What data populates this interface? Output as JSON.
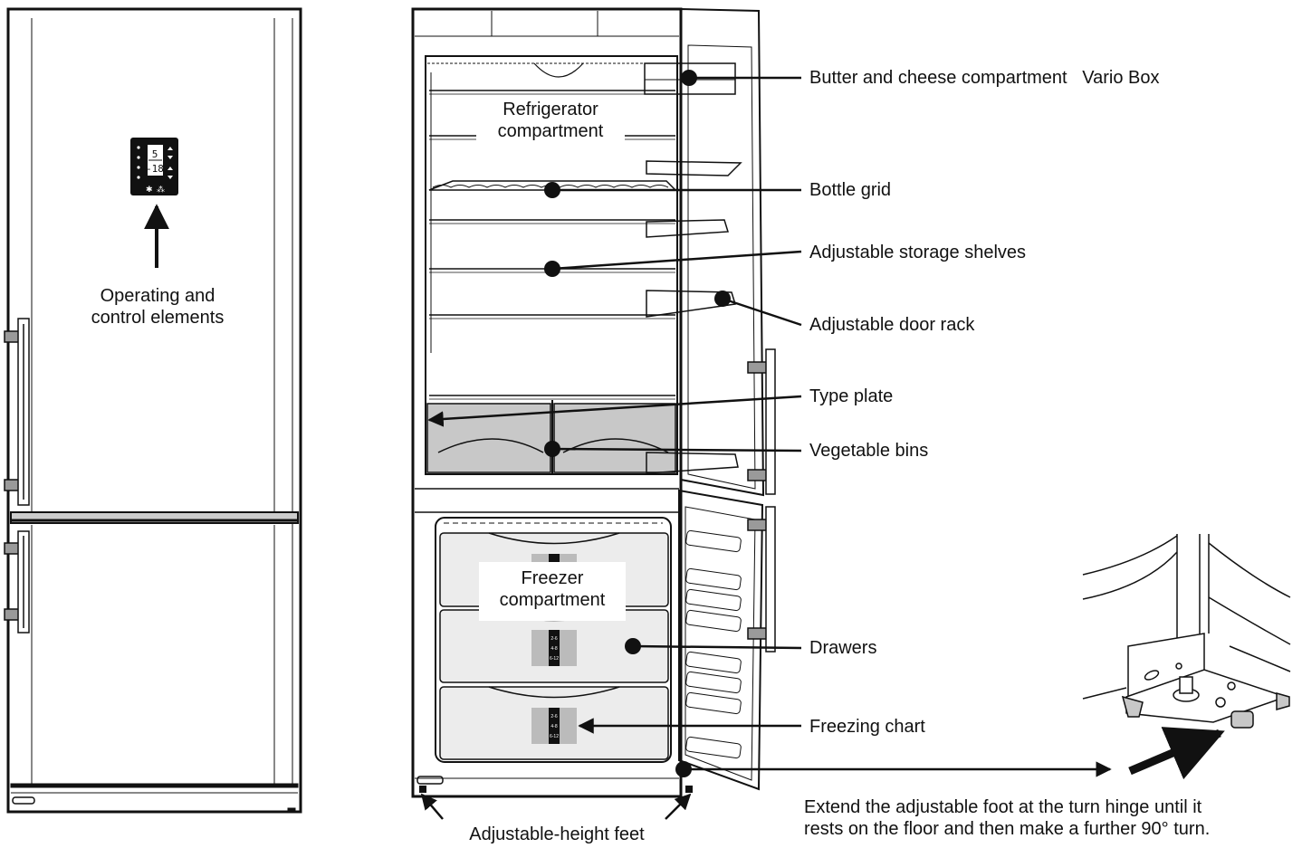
{
  "labels": {
    "operating_controls": [
      "Operating and",
      "control elements"
    ],
    "refrigerator": [
      "Refrigerator",
      "compartment"
    ],
    "freezer": [
      "Freezer",
      "compartment"
    ],
    "butter": "Butter and cheese compartment   Vario Box",
    "bottle_grid": "Bottle grid",
    "shelves": "Adjustable storage shelves",
    "door_rack": "Adjustable door rack",
    "type_plate": "Type plate",
    "vegetable_bins": "Vegetable bins",
    "drawers": "Drawers",
    "freezing_chart": "Freezing chart",
    "feet": "Adjustable-height feet",
    "foot_instruction": [
      "Extend the adjustable foot at the turn hinge until it",
      "rests on the floor and then make a further 90° turn."
    ]
  },
  "display": {
    "top_value": "5",
    "bottom_value": "-18"
  },
  "chart_text": [
    "2-6",
    "4-8",
    "6-12"
  ],
  "colors": {
    "line": "#111111",
    "bin_fill": "#c8c8c8",
    "drawer_fill": "#ececec",
    "handle": "#9a9a9a"
  }
}
